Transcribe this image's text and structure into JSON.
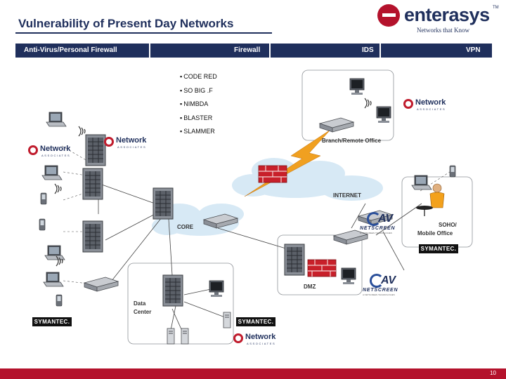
{
  "slide": {
    "title": "Vulnerability of Present Day Networks",
    "page_number": "10"
  },
  "logo": {
    "wordmark": "enterasys",
    "tagline": "Networks that Know",
    "tm": "TM"
  },
  "band": {
    "labels": [
      "Anti-Virus/Personal Firewall",
      "Firewall",
      "IDS",
      "VPN"
    ]
  },
  "threats": [
    "CODE RED",
    "SO BIG .F",
    "NIMBDA",
    "BLASTER",
    "SLAMMER"
  ],
  "zones": {
    "branch": "Branch/Remote Office",
    "internet": "INTERNET",
    "core": "CORE",
    "soho_line1": "SOHO/",
    "soho_line2": "Mobile Office",
    "dmz": "DMZ",
    "datacenter_line1": "Data",
    "datacenter_line2": "Center"
  },
  "vendors": {
    "network_associates": "Network",
    "network_associates_sub": "ASSOCIATES",
    "symantec": "SYMANTEC.",
    "netscreen": "NETSCREEN",
    "netscreen_mark": "AV",
    "netscreen_sub": "A NETSCREEN TECHNOLOGIES"
  },
  "colors": {
    "navy": "#1f2f5c",
    "brand_red": "#b4122c",
    "cloud": "#d7e9f5",
    "firewall_red": "#c8202a",
    "lightning": "#f0a020"
  },
  "icons": [
    "firewall-icon",
    "server-icon",
    "router-icon",
    "laptop-icon",
    "desktop-icon",
    "pda-icon",
    "phone-icon",
    "wireless-icon",
    "lightning-icon"
  ]
}
